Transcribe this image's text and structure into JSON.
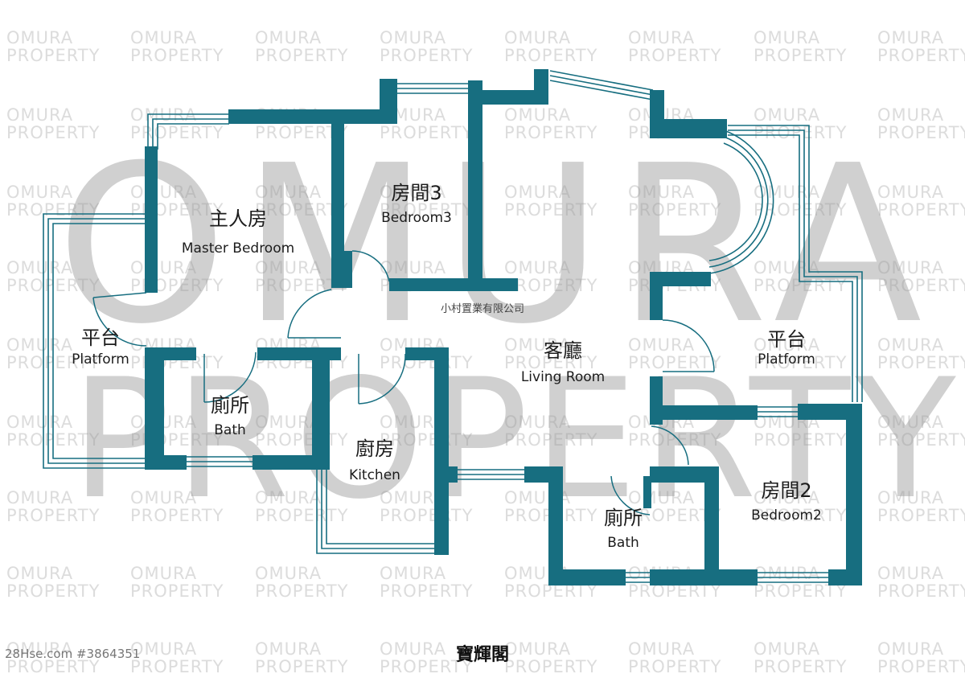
{
  "watermark": {
    "line1": "OMURA",
    "line2": "PROPERTY",
    "big_line1": "OMURA",
    "big_line2": "PROPERTY"
  },
  "agency": "小村置業有限公司",
  "title": "寶輝閣",
  "reference": "28Hse.com #3864351",
  "colors": {
    "wall": "#176e80",
    "window": "#176e80",
    "watermark": "#cfcfcf"
  },
  "rooms": {
    "master": {
      "zh": "主人房",
      "en": "Master Bedroom"
    },
    "bedroom3": {
      "zh": "房間3",
      "en": "Bedroom3"
    },
    "platform_left": {
      "zh": "平台",
      "en": "Platform"
    },
    "bath_left": {
      "zh": "廁所",
      "en": "Bath"
    },
    "kitchen": {
      "zh": "廚房",
      "en": "Kitchen"
    },
    "living": {
      "zh": "客廳",
      "en": "Living Room"
    },
    "platform_right": {
      "zh": "平台",
      "en": "Platform"
    },
    "bedroom2": {
      "zh": "房間2",
      "en": "Bedroom2"
    },
    "bath_right": {
      "zh": "廁所",
      "en": "Bath"
    }
  }
}
